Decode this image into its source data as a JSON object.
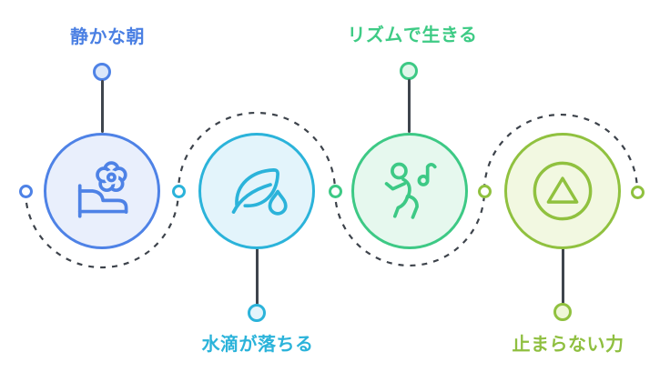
{
  "diagram": {
    "type": "journey-timeline",
    "path_style": "dashed",
    "path_color": "#3d434b",
    "steps": [
      {
        "label": "静かな朝",
        "label_position": "top",
        "icon": "bed-flower-icon",
        "accent": "#4b80e3",
        "circle_border": "#4e82e6",
        "circle_fill": "#e9effc"
      },
      {
        "label": "水滴が落ちる",
        "label_position": "bottom",
        "icon": "leaf-droplet-icon",
        "accent": "#2bb3da",
        "circle_border": "#2bb3da",
        "circle_fill": "#e3f4fb"
      },
      {
        "label": "リズムで生きる",
        "label_position": "top",
        "icon": "dancer-music-note-icon",
        "accent": "#3ecb85",
        "circle_border": "#3dc985",
        "circle_fill": "#e6f8ee"
      },
      {
        "label": "止まらない力",
        "label_position": "bottom",
        "icon": "triangle-in-circle-icon",
        "accent": "#8fbf40",
        "circle_border": "#90c13f",
        "circle_fill": "#f2f8e1"
      }
    ],
    "node_dot_colors": [
      "#4e82e6",
      "#2bb3da",
      "#3dc985",
      "#90c13f",
      "#90c13f"
    ]
  }
}
